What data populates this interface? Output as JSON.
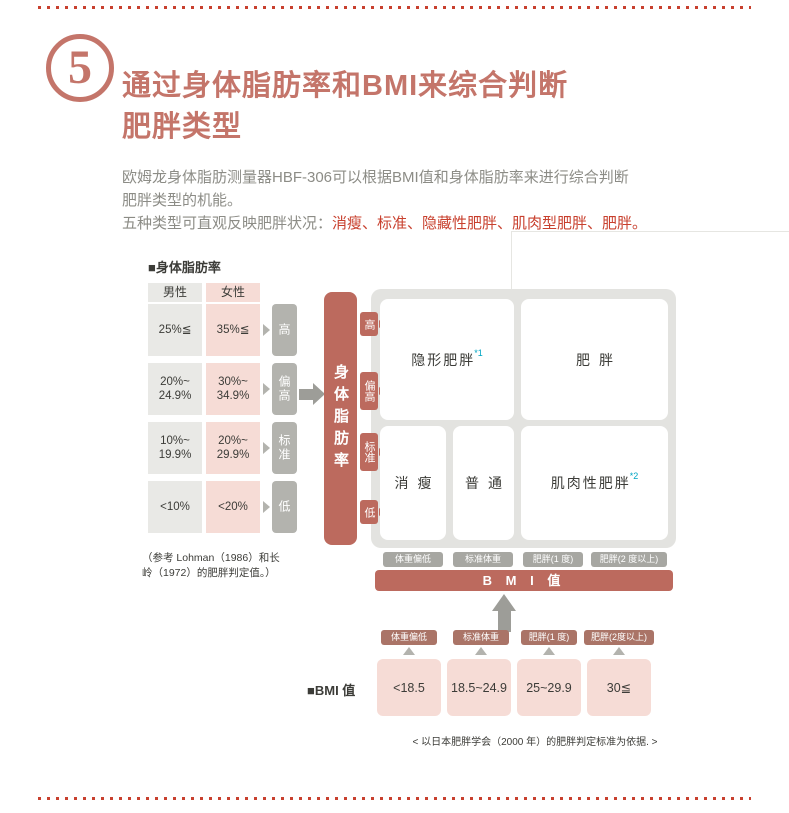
{
  "colors": {
    "accent": "#c4756a",
    "bar": "#bc6a5e",
    "pink": "#f6dcd6",
    "gray_cell": "#e9e9e6",
    "panel": "#e3e3e0",
    "tag_gray": "#b3b3ae",
    "xtag_gray": "#a7a7a2",
    "tag_brown": "#aa7467",
    "arrow_gray": "#9d9d98",
    "red_text": "#c8402e",
    "cyan": "#00a5c3",
    "text_dark": "#3c3c38",
    "text_gray": "#8c8c86",
    "dotted": "#c8402e"
  },
  "header": {
    "section_number": "5",
    "title": "通过身体脂肪率和BMI来综合判断\n肥胖类型",
    "paragraph_line1": "欧姆龙身体脂肪测量器HBF-306可以根据BMI值和身体脂肪率来进行综合判断",
    "paragraph_line2": "肥胖类型的机能。",
    "paragraph_line3_gray": "五种类型可直观反映肥胖状况：",
    "paragraph_line3_red": "消瘦、标准、隐藏性肥胖、肌肉型肥胖、肥胖。"
  },
  "body_fat_table": {
    "title": "■身体脂肪率",
    "male_header": "男性",
    "female_header": "女性",
    "rows": [
      {
        "male": "25%≦",
        "female": "35%≦",
        "level": "高"
      },
      {
        "male": "20%~\n24.9%",
        "female": "30%~\n34.9%",
        "level": "偏高"
      },
      {
        "male": "10%~\n19.9%",
        "female": "20%~\n29.9%",
        "level": "标准"
      },
      {
        "male": "<10%",
        "female": "<20%",
        "level": "低"
      }
    ],
    "note": "（参考 Lohman（1986）和长\n岭（1972）的肥胖判定值。）"
  },
  "matrix": {
    "y_axis_label": "身体脂肪率",
    "y_levels": [
      "高",
      "偏高",
      "标准",
      "低"
    ],
    "cells": {
      "hidden_obesity": {
        "label": "隐形肥胖",
        "sup": "*1"
      },
      "obesity": {
        "label": "肥胖"
      },
      "thin": {
        "label": "消瘦"
      },
      "normal": {
        "label": "普通"
      },
      "muscular_obesity": {
        "label": "肌肉性肥胖",
        "sup": "*2"
      }
    },
    "x_categories": [
      "体重偏低",
      "标准体重",
      "肥胖(1 度)",
      "肥胖(2 度以上)"
    ],
    "x_axis_label": "B M I 值"
  },
  "bmi_table": {
    "label": "■BMI 值",
    "categories": [
      "体重偏低",
      "标准体重",
      "肥胖(1 度)",
      "肥胖(2度以上)"
    ],
    "values": [
      "<18.5",
      "18.5~24.9",
      "25~29.9",
      "30≦"
    ],
    "note": "< 以日本肥胖学会（2000 年）的肥胖判定标准为依据. >"
  }
}
